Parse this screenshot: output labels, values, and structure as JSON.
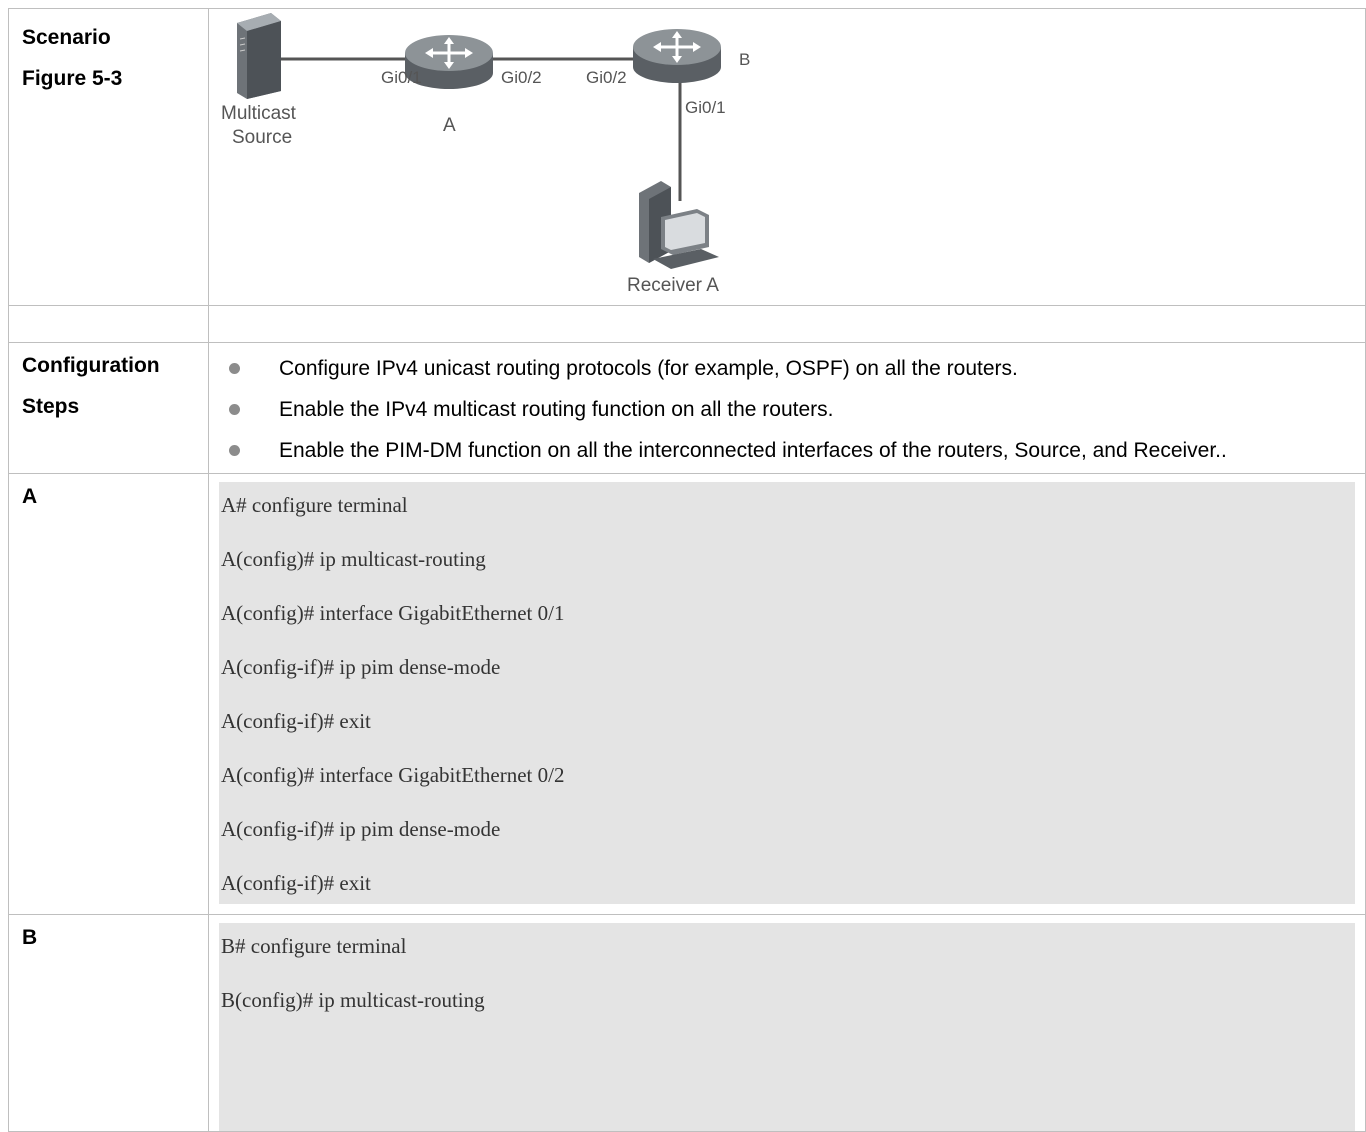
{
  "rows": {
    "scenario": {
      "label_line1": "Scenario",
      "label_line2": "Figure 5-3"
    },
    "steps": {
      "label_line1": "Configuration",
      "label_line2": "Steps",
      "items": [
        "Configure IPv4 unicast routing protocols (for example, OSPF) on all the routers.",
        "Enable the IPv4 multicast routing function on all the routers.",
        "Enable the PIM-DM function on all the interconnected interfaces of the routers, Source, and Receiver.."
      ]
    },
    "device_a": {
      "label": "A",
      "code": [
        "A# configure terminal",
        "A(config)# ip multicast-routing",
        "A(config)# interface GigabitEthernet 0/1",
        "A(config-if)# ip pim dense-mode",
        "A(config-if)# exit",
        "A(config)# interface GigabitEthernet 0/2",
        "A(config-if)# ip pim dense-mode",
        "A(config-if)# exit"
      ]
    },
    "device_b": {
      "label": "B",
      "code": [
        "B# configure terminal",
        "B(config)# ip multicast-routing"
      ]
    }
  },
  "diagram": {
    "source_label_1": "Multicast",
    "source_label_2": "Source",
    "router_a_label": "A",
    "router_b_label": "B",
    "receiver_label": "Receiver A",
    "port_a_gi01": "Gi0/1",
    "port_a_gi02": "Gi0/2",
    "port_b_gi02": "Gi0/2",
    "port_b_gi01": "Gi0/1"
  }
}
